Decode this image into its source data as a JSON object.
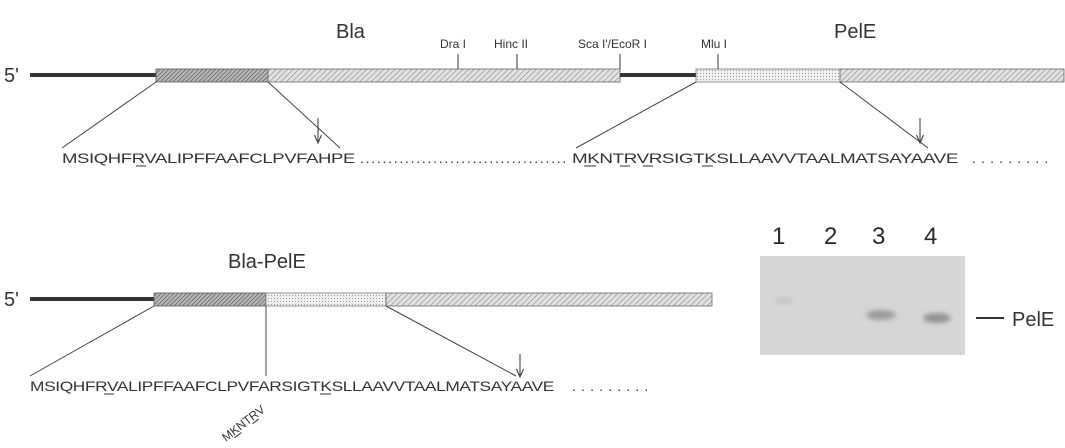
{
  "top_construct": {
    "five_prime": "5'",
    "gene_bla": "Bla",
    "gene_pele": "PelE",
    "sites": [
      "Dra I",
      "Hinc II",
      "Sca I'/EcoR I",
      "Mlu I"
    ],
    "seq_bla": "MSIQHFRVALIPFFAAFCLPVFAHPE",
    "seq_pele": "MKNTRVRSIGTKSLLAAVVTAALMATSAYAAVE"
  },
  "fusion_construct": {
    "five_prime": "5'",
    "name": "Bla-PelE",
    "seq_fusion": "MSIQHFRVALIPFFAAFCLPVFARSIGTKSLLAAVVTAALMATSAYAAVE",
    "seq_deleted": "MKNTRV"
  },
  "blot": {
    "lanes": [
      "1",
      "2",
      "3",
      "4"
    ],
    "band_label": "PelE"
  }
}
